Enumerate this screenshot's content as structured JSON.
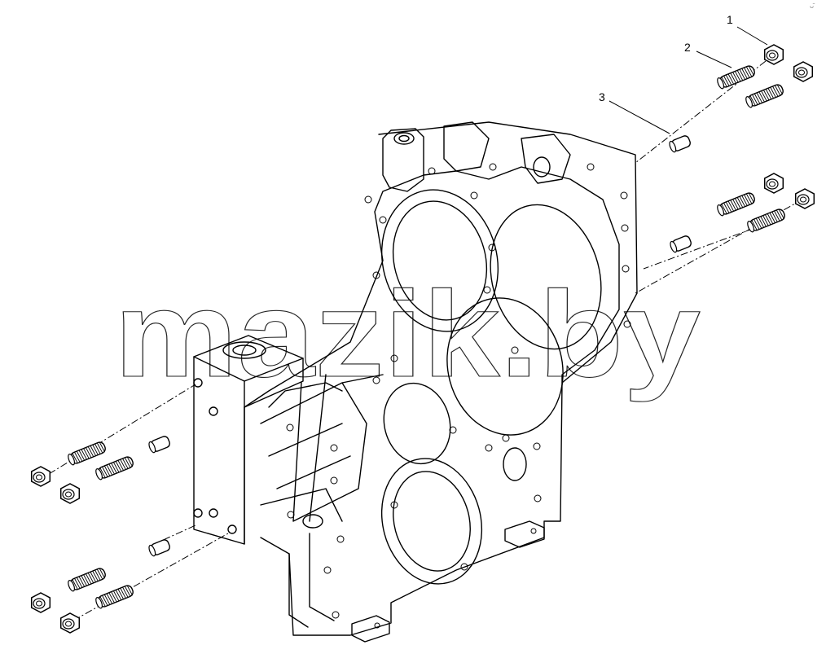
{
  "callouts": [
    "1",
    "2",
    "3"
  ],
  "watermark": "mazik.by",
  "corner_mark": "ᴗ̄"
}
